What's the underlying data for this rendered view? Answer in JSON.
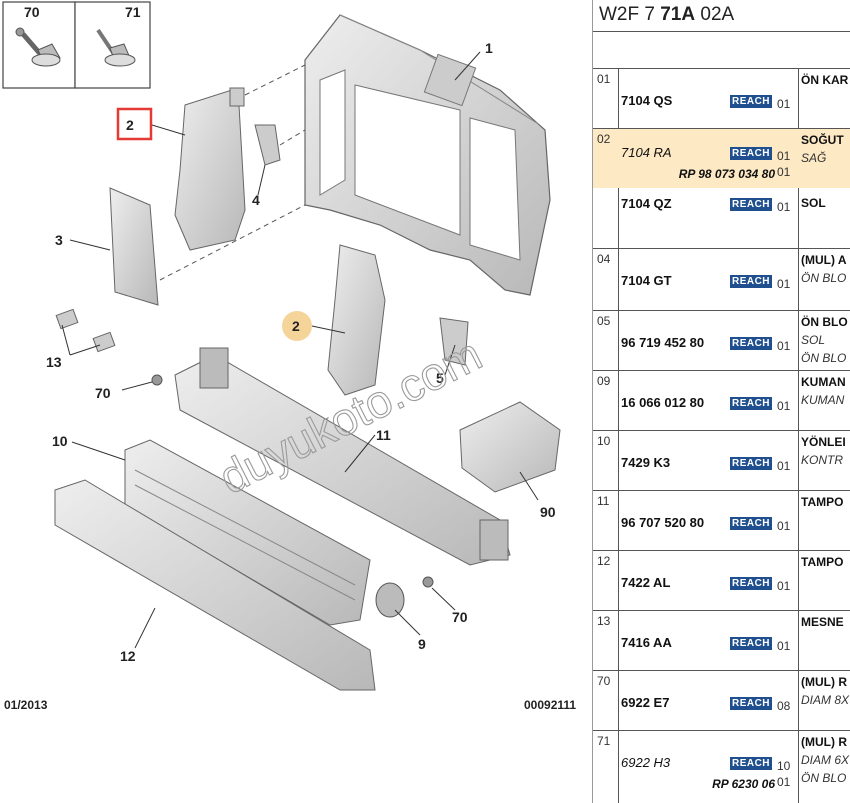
{
  "diagram": {
    "callouts": {
      "c70": "70",
      "c71": "71",
      "c1": "1",
      "c2a": "2",
      "c2b": "2",
      "c3": "3",
      "c4": "4",
      "c5": "5",
      "c9": "9",
      "c10": "10",
      "c11": "11",
      "c12": "12",
      "c13": "13",
      "c70b": "70",
      "c70c": "70",
      "c90": "90"
    },
    "date": "01/2013",
    "drawing_number": "00092111",
    "watermark": "duyukoto.com",
    "highlight_color": "#e53935",
    "marker_color": "#f5d49a"
  },
  "panel": {
    "title_pre": "W2F 7 ",
    "title_bold": "71A",
    "title_post": " 02A",
    "reach_label": "REACH",
    "rows": [
      {
        "idx": "01",
        "ref": "7104 QS",
        "qty": "01",
        "desc": "ÖN KAR",
        "desc2": ""
      },
      {
        "idx": "02",
        "ref": "7104 RA",
        "qty": "01",
        "desc": "SOĞUT",
        "desc2": "SAĞ",
        "sub": "RP 98 073 034 80",
        "subqty": "01"
      },
      {
        "idx": "",
        "ref": "7104 QZ",
        "qty": "01",
        "desc": "SOL",
        "desc2": ""
      },
      {
        "idx": "04",
        "ref": "7104 GT",
        "qty": "01",
        "desc": "(MUL) A",
        "desc2": "ÖN BLO"
      },
      {
        "idx": "05",
        "ref": "96 719 452 80",
        "qty": "01",
        "desc": "ÖN BLO",
        "desc2": "SOL",
        "desc3": "ÖN BLO"
      },
      {
        "idx": "09",
        "ref": "16 066 012 80",
        "qty": "01",
        "desc": "KUMAN",
        "desc2": "KUMAN"
      },
      {
        "idx": "10",
        "ref": "7429 K3",
        "qty": "01",
        "desc": "YÖNLEI",
        "desc2": "KONTR"
      },
      {
        "idx": "11",
        "ref": "96 707 520 80",
        "qty": "01",
        "desc": "TAMPO",
        "desc2": ""
      },
      {
        "idx": "12",
        "ref": "7422 AL",
        "qty": "01",
        "desc": "TAMPO",
        "desc2": ""
      },
      {
        "idx": "13",
        "ref": "7416 AA",
        "qty": "01",
        "desc": "MESNE",
        "desc2": ""
      },
      {
        "idx": "70",
        "ref": "6922 E7",
        "qty": "08",
        "desc": "(MUL) R",
        "desc2": "DIAM 8X"
      },
      {
        "idx": "71",
        "ref": "6922 H3",
        "qty": "10",
        "desc": "(MUL) R",
        "desc2": "DIAM 6X",
        "sub": "RP 6230 06",
        "subqty": "01",
        "desc3": "ÖN BLO"
      }
    ]
  }
}
